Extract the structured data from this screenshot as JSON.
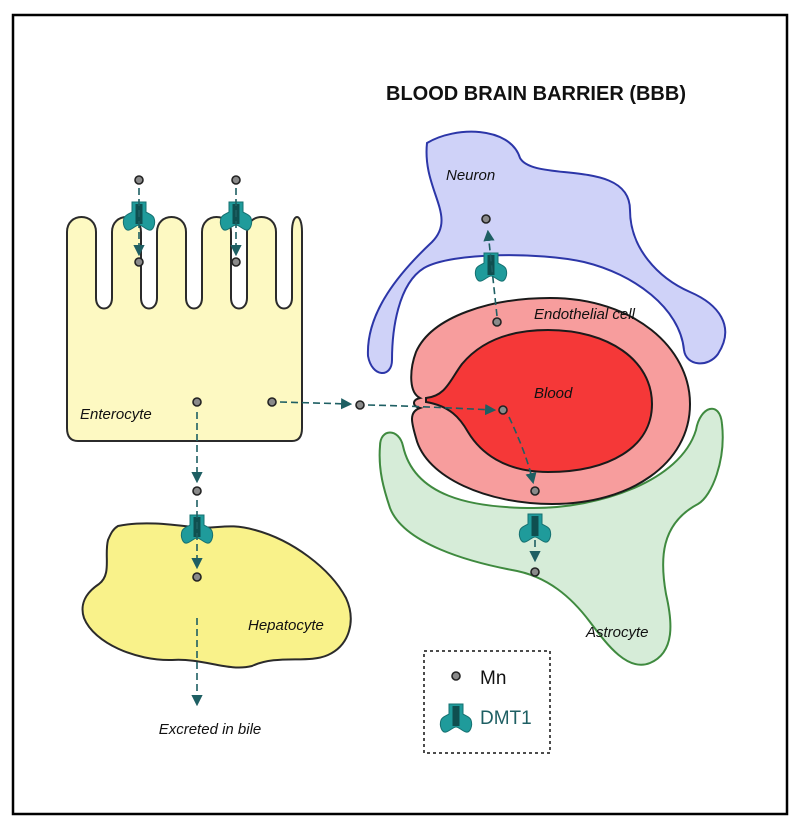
{
  "title": "BLOOD BRAIN BARRIER (BBB)",
  "cells": {
    "enterocyte": "Enterocyte",
    "hepatocyte": "Hepatocyte",
    "neuron": "Neuron",
    "endothelial": "Endothelial cell",
    "blood": "Blood",
    "astrocyte": "Astrocyte"
  },
  "excretion": "Excreted in bile",
  "legend": {
    "mn": "Mn",
    "dmt1": "DMT1"
  },
  "colors": {
    "enterocyte_fill": "#fdf9c2",
    "hepatocyte_fill": "#f9f28a",
    "neuron_fill": "#cfd2f8",
    "neuron_stroke": "#2c36a8",
    "endothelial_fill": "#f79d9d",
    "blood_fill": "#f53838",
    "astrocyte_fill": "#d6ecd8",
    "astrocyte_stroke": "#3f8a3f",
    "dmt1_fill": "#1f9b9b",
    "flow_arrow": "#1e5f63",
    "mn_fill": "#8a8a8a"
  }
}
